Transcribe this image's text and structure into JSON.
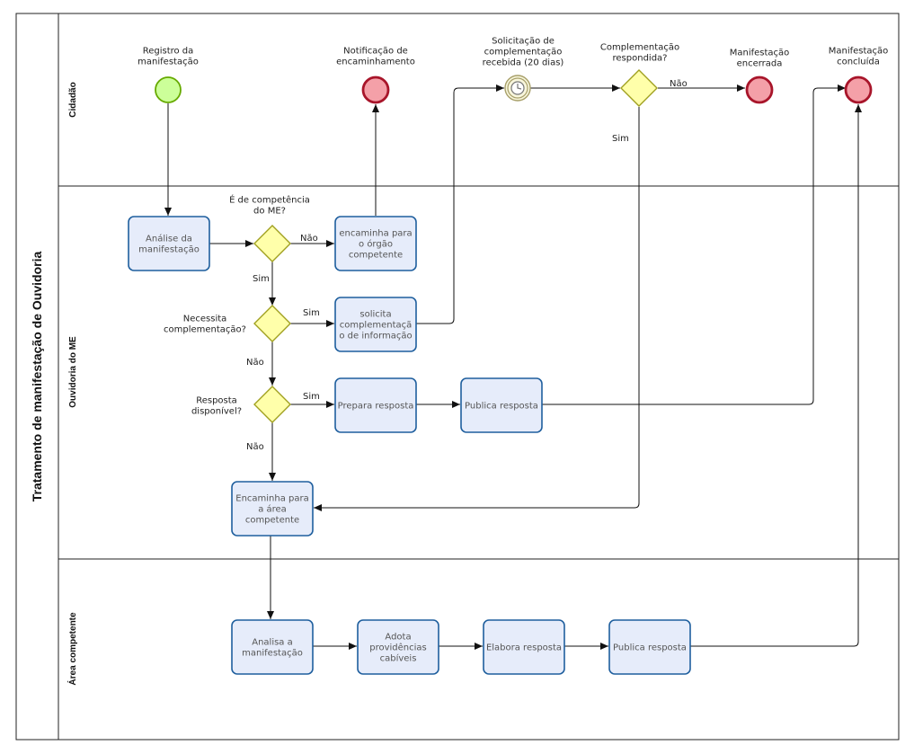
{
  "pool": {
    "title": "Tratamento de manifestação de Ouvidoria"
  },
  "lanes": [
    {
      "id": "cidadao",
      "title": "Cidadão"
    },
    {
      "id": "ouvidoria",
      "title": "Ouvidoria do ME"
    },
    {
      "id": "area",
      "title": "Área competente"
    }
  ],
  "events": [
    {
      "id": "start",
      "type": "start",
      "label": [
        "Registro da",
        "manifestação"
      ],
      "color": "#ccff99",
      "stroke": "#66aa00"
    },
    {
      "id": "notif",
      "type": "end",
      "label": [
        "Notificação de",
        "encaminhamento"
      ],
      "color": "#f4a0a8",
      "stroke": "#a8152a"
    },
    {
      "id": "timer",
      "type": "timer",
      "label": [
        "Solicitação de",
        "complementação",
        "recebida (20 dias)"
      ],
      "color": "#f8f6dc",
      "stroke": "#a8a06a"
    },
    {
      "id": "encerrada",
      "type": "end",
      "label": [
        "Manifestação",
        "encerrada"
      ],
      "color": "#f4a0a8",
      "stroke": "#a8152a"
    },
    {
      "id": "concluida",
      "type": "end",
      "label": [
        "Manifestação",
        "concluída"
      ],
      "color": "#f4a0a8",
      "stroke": "#a8152a"
    }
  ],
  "gateways": [
    {
      "id": "g_resp",
      "label": [
        "Complementação",
        "respondida?"
      ]
    },
    {
      "id": "g_comp",
      "label": [
        "É de competência",
        "do ME?"
      ]
    },
    {
      "id": "g_nec",
      "label": [
        "Necessita",
        "complementação?"
      ]
    },
    {
      "id": "g_disp",
      "label": [
        "Resposta",
        "disponível?"
      ]
    }
  ],
  "tasks": [
    {
      "id": "t_analise",
      "label": [
        "Análise da",
        "manifestação"
      ]
    },
    {
      "id": "t_encaminha",
      "label": [
        "encaminha para",
        "o órgão",
        "competente"
      ]
    },
    {
      "id": "t_solicita",
      "label": [
        "solicita",
        "complementaçã",
        "o de informação"
      ]
    },
    {
      "id": "t_prepara",
      "label": [
        "Prepara resposta"
      ]
    },
    {
      "id": "t_publica1",
      "label": [
        "Publica resposta"
      ]
    },
    {
      "id": "t_encArea",
      "label": [
        "Encaminha para",
        "a área",
        "competente"
      ]
    },
    {
      "id": "t_analisa",
      "label": [
        "Analisa a",
        "manifestação"
      ]
    },
    {
      "id": "t_adota",
      "label": [
        "Adota",
        "providências",
        "cabíveis"
      ]
    },
    {
      "id": "t_elabora",
      "label": [
        "Elabora resposta"
      ]
    },
    {
      "id": "t_publica2",
      "label": [
        "Publica resposta"
      ]
    }
  ],
  "flow_labels": {
    "nao_encerrada": "Não",
    "sim_timer": "Sim",
    "nao_comp": "Não",
    "sim_comp": "Sim",
    "sim_nec": "Sim",
    "nao_nec": "Não",
    "sim_disp": "Sim",
    "nao_disp": "Não"
  },
  "colors": {
    "task_fill": "#e6ecfa",
    "task_stroke": "#1f5f9e",
    "gateway_fill": "#ffffaa",
    "gateway_stroke": "#a0a020",
    "lane_line": "#222222"
  }
}
